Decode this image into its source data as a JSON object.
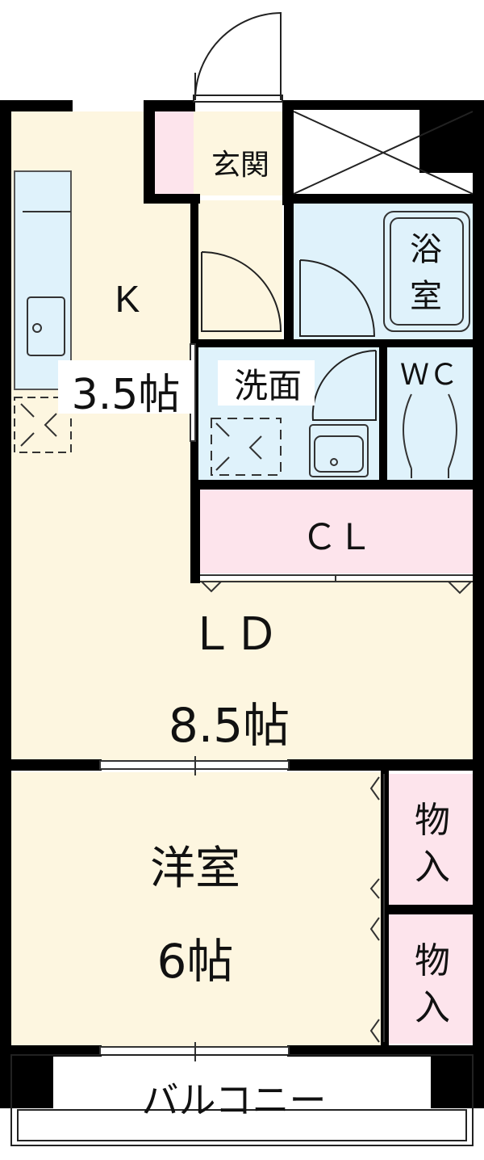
{
  "rooms": {
    "entrance": "玄関",
    "bath_line1": "浴",
    "bath_line2": "室",
    "kitchen_name": "K",
    "kitchen_size": "3.5帖",
    "washroom": "洗面",
    "toilet": "ＷＣ",
    "closet": "ＣＬ",
    "living_name": "ＬＤ",
    "living_size": "8.5帖",
    "western_name": "洋室",
    "western_size": "6帖",
    "storage_upper_line1": "物",
    "storage_upper_line2": "入",
    "storage_lower_line1": "物",
    "storage_lower_line2": "入",
    "balcony": "バルコニー"
  },
  "colors": {
    "floor": "#fdf6e0",
    "wet_area": "#dff2fb",
    "storage": "#fde4ec",
    "wall": "#000000"
  }
}
